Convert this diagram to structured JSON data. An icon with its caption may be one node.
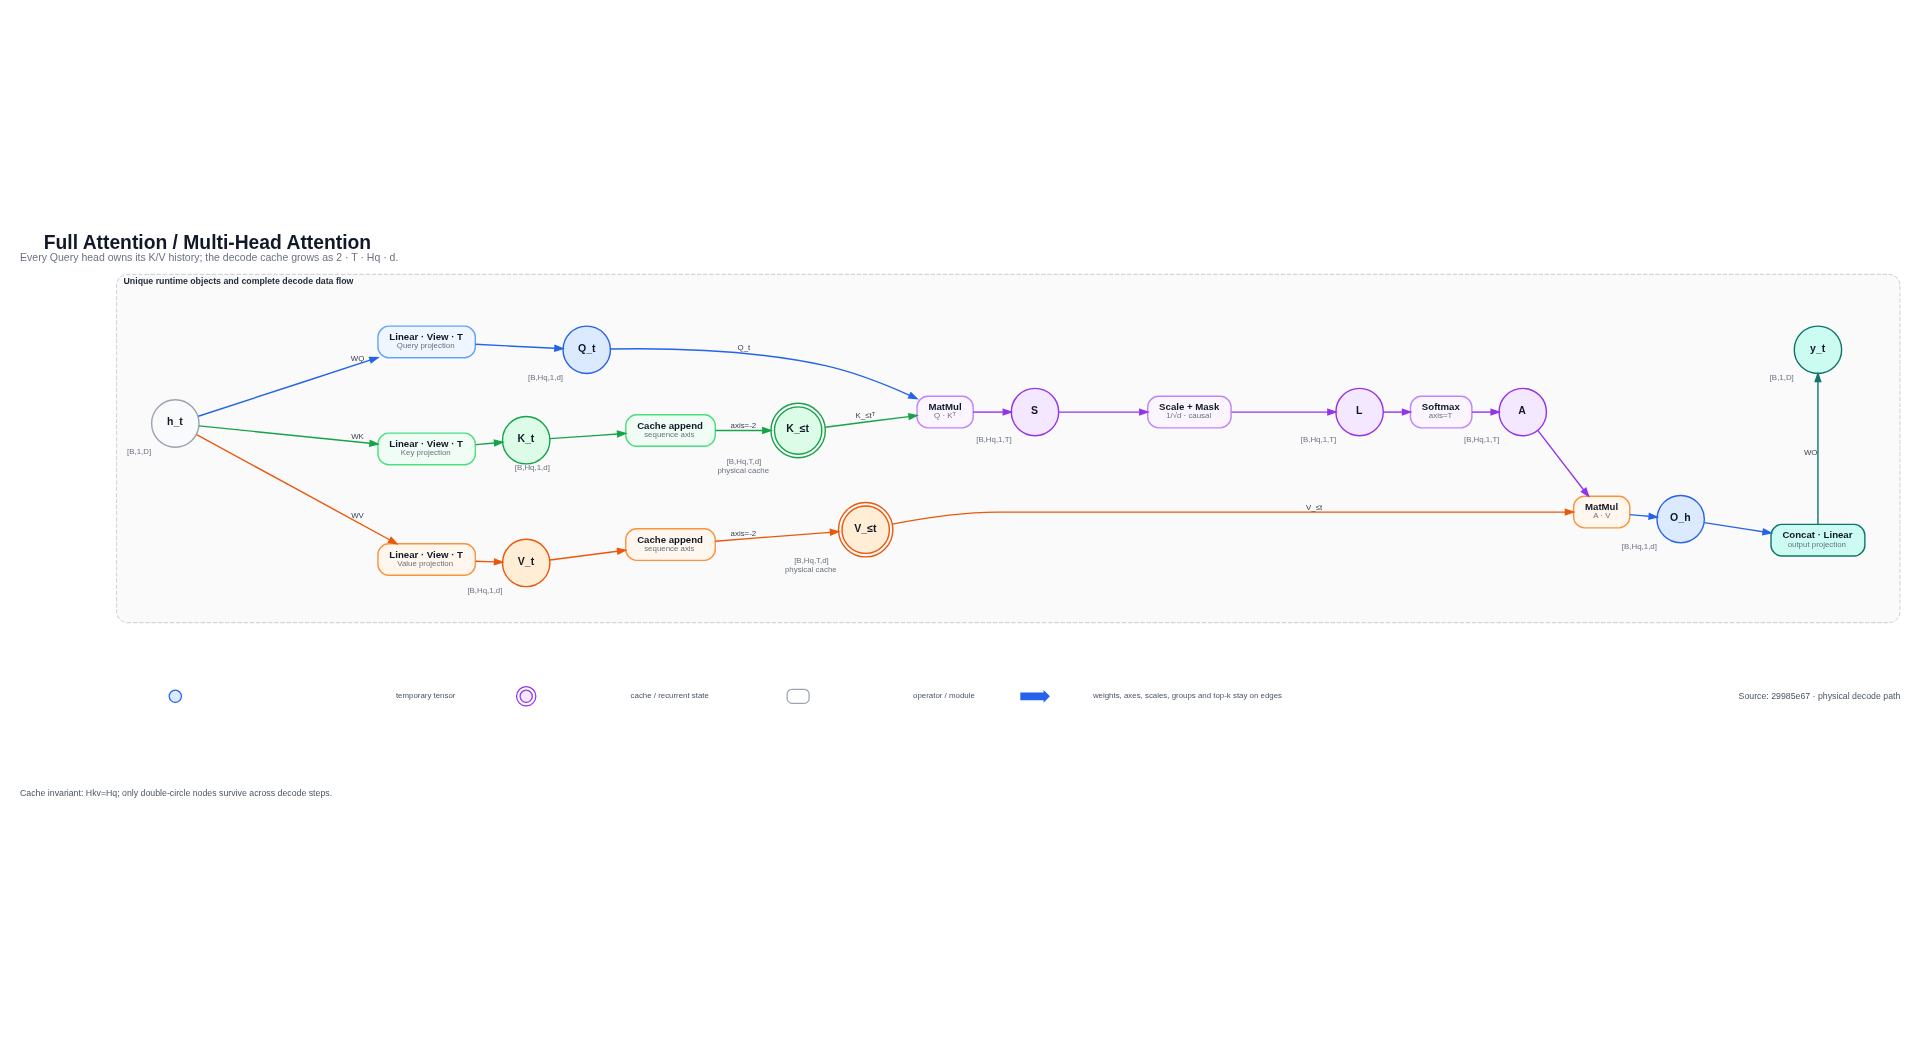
{
  "diagram": {
    "title": "Full Attention / Multi-Head Attention",
    "caption": "Every Query head owns its K/V history; the decode cache grows as 2 · T · Hq · d.",
    "nodes": [
      {
        "text": [
          "Unique runtime objects and complete decode data flow"
        ]
      },
      {
        "text": [
          "h_t"
        ],
        "beside": [
          "[B,1,D]"
        ],
        "in": 0
      },
      {
        "text": [
          "Linear · View · T",
          "Query projection"
        ],
        "in": 0
      },
      {
        "text": [
          "Q_t"
        ],
        "beside": [
          "[B,Hq,1,d]"
        ],
        "in": 0
      },
      {
        "text": [
          "Linear · View · T",
          "Key projection"
        ],
        "in": 0
      },
      {
        "text": [
          "K_t"
        ],
        "beside": [
          "[B,Hq,1,d]"
        ],
        "in": 0
      },
      {
        "text": [
          "Cache append",
          "sequence axis"
        ],
        "in": 0
      },
      {
        "text": [
          "K_≤t"
        ],
        "beside": [
          "[B,Hq,T,d]",
          "physical cache"
        ],
        "in": 0
      },
      {
        "text": [
          "Linear · View · T",
          "Value projection"
        ],
        "in": 0
      },
      {
        "text": [
          "V_t"
        ],
        "beside": [
          "[B,Hq,1,d]"
        ],
        "in": 0
      },
      {
        "text": [
          "Cache append",
          "sequence axis"
        ],
        "in": 0
      },
      {
        "text": [
          "V_≤t"
        ],
        "beside": [
          "[B,Hq,T,d]",
          "physical cache"
        ],
        "in": 0
      },
      {
        "text": [
          "MatMul",
          "Q · Kᵀ"
        ],
        "in": 0
      },
      {
        "text": [
          "S"
        ],
        "beside": [
          "[B,Hq,1,T]"
        ],
        "in": 0
      },
      {
        "text": [
          "Scale + Mask",
          "1/√d · causal"
        ],
        "in": 0
      },
      {
        "text": [
          "L"
        ],
        "beside": [
          "[B,Hq,1,T]"
        ],
        "in": 0
      },
      {
        "text": [
          "Softmax",
          "axis=T"
        ],
        "in": 0
      },
      {
        "text": [
          "A"
        ],
        "beside": [
          "[B,Hq,1,T]"
        ],
        "in": 0
      },
      {
        "text": [
          "MatMul",
          "A · V"
        ],
        "in": 0
      },
      {
        "text": [
          "O_h"
        ],
        "beside": [
          "[B,Hq,1,d]"
        ],
        "in": 0
      },
      {
        "text": [
          "Concat · Linear",
          "output projection"
        ],
        "in": 0
      },
      {
        "text": [
          "y_t"
        ],
        "beside": [
          "[B,1,D]"
        ],
        "in": 0
      }
    ],
    "edges": [
      {
        "from": 1,
        "to": 8,
        "arrow": "to",
        "label": "WV",
        "color": "#ea580c"
      },
      {
        "from": 8,
        "to": 9,
        "arrow": "to",
        "color": "#ea580c"
      },
      {
        "from": 9,
        "to": 10,
        "arrow": "to",
        "color": "#ea580c"
      },
      {
        "from": 10,
        "to": 11,
        "arrow": "to",
        "label": "axis=-2",
        "color": "#ea580c"
      },
      {
        "from": 11,
        "to": 18,
        "arrow": "to",
        "label": "V_≤t",
        "color": "#ea580c"
      },
      {
        "from": 1,
        "to": 4,
        "arrow": "to",
        "label": "WK",
        "color": "#16a34a"
      },
      {
        "from": 4,
        "to": 5,
        "arrow": "to",
        "color": "#16a34a"
      },
      {
        "from": 5,
        "to": 6,
        "arrow": "to",
        "color": "#16a34a"
      },
      {
        "from": 6,
        "to": 7,
        "arrow": "to",
        "label": "axis=-2",
        "color": "#16a34a"
      },
      {
        "from": 7,
        "to": 12,
        "arrow": "to",
        "label": "K_≤tᵀ",
        "color": "#16a34a"
      },
      {
        "from": 1,
        "to": 2,
        "arrow": "to",
        "label": "WQ",
        "color": "#2563eb"
      },
      {
        "from": 2,
        "to": 3,
        "arrow": "to",
        "color": "#2563eb"
      },
      {
        "from": 3,
        "to": 12,
        "arrow": "to",
        "label": "Q_t",
        "color": "#2563eb"
      },
      {
        "from": 12,
        "to": 13,
        "arrow": "to"
      },
      {
        "from": 13,
        "to": 14,
        "arrow": "to"
      },
      {
        "from": 14,
        "to": 15,
        "arrow": "to"
      },
      {
        "from": 15,
        "to": 16,
        "arrow": "to"
      },
      {
        "from": 16,
        "to": 17,
        "arrow": "to"
      },
      {
        "from": 17,
        "to": 18,
        "arrow": "to"
      },
      {
        "from": 18,
        "to": 19,
        "arrow": "to",
        "color": "#2563eb"
      },
      {
        "from": 19,
        "to": 20,
        "arrow": "to",
        "color": "#2563eb"
      },
      {
        "from": 20,
        "to": 21,
        "arrow": "to",
        "label": "WO",
        "color": "#0f766e"
      }
    ],
    "labels": [
      "Cache invariant: Hkv=Hq; only double-circle nodes survive across decode steps.",
      "Source: 29985e67 · physical decode path"
    ],
    "legend": [
      {
        "text": "temporary tensor"
      },
      {
        "text": "cache / recurrent state"
      },
      {
        "text": "operator / module"
      },
      {
        "text": "weights, axes, scales, groups and top-k stay on edges"
      }
    ]
  }
}
